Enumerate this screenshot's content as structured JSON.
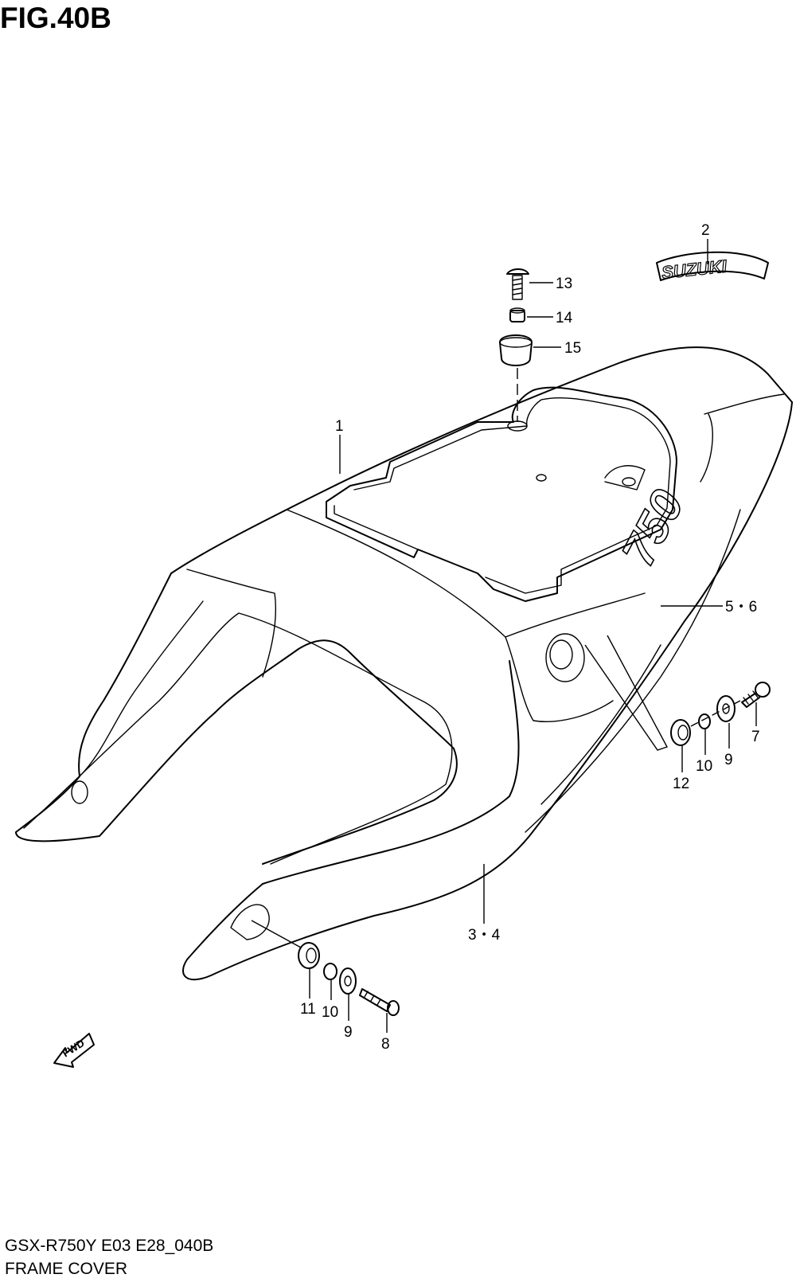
{
  "figure": {
    "title": "FIG.40B",
    "model_code": "GSX-R750Y E03 E28_040B",
    "section_name": "FRAME COVER"
  },
  "emblems": {
    "brand_decal": "SUZUKI",
    "model_decal": "750",
    "direction_arrow": "FWD"
  },
  "callouts": [
    {
      "id": "c2",
      "label": "2"
    },
    {
      "id": "c13",
      "label": "13"
    },
    {
      "id": "c14",
      "label": "14"
    },
    {
      "id": "c15",
      "label": "15"
    },
    {
      "id": "c1",
      "label": "1"
    },
    {
      "id": "c56",
      "label": "5・6"
    },
    {
      "id": "c7",
      "label": "7"
    },
    {
      "id": "c9a",
      "label": "9"
    },
    {
      "id": "c10a",
      "label": "10"
    },
    {
      "id": "c12",
      "label": "12"
    },
    {
      "id": "c34",
      "label": "3・4"
    },
    {
      "id": "c11",
      "label": "11"
    },
    {
      "id": "c10b",
      "label": "10"
    },
    {
      "id": "c9b",
      "label": "9"
    },
    {
      "id": "c8",
      "label": "8"
    }
  ]
}
